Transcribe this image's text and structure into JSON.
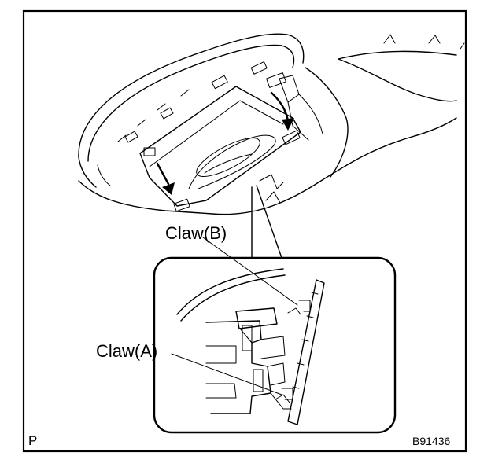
{
  "labels": {
    "claw_b": "Claw(B)",
    "claw_a": "Claw(A)",
    "corner_code": "P",
    "figure_id": "B91436"
  },
  "colors": {
    "line": "#000000",
    "background": "#ffffff"
  }
}
